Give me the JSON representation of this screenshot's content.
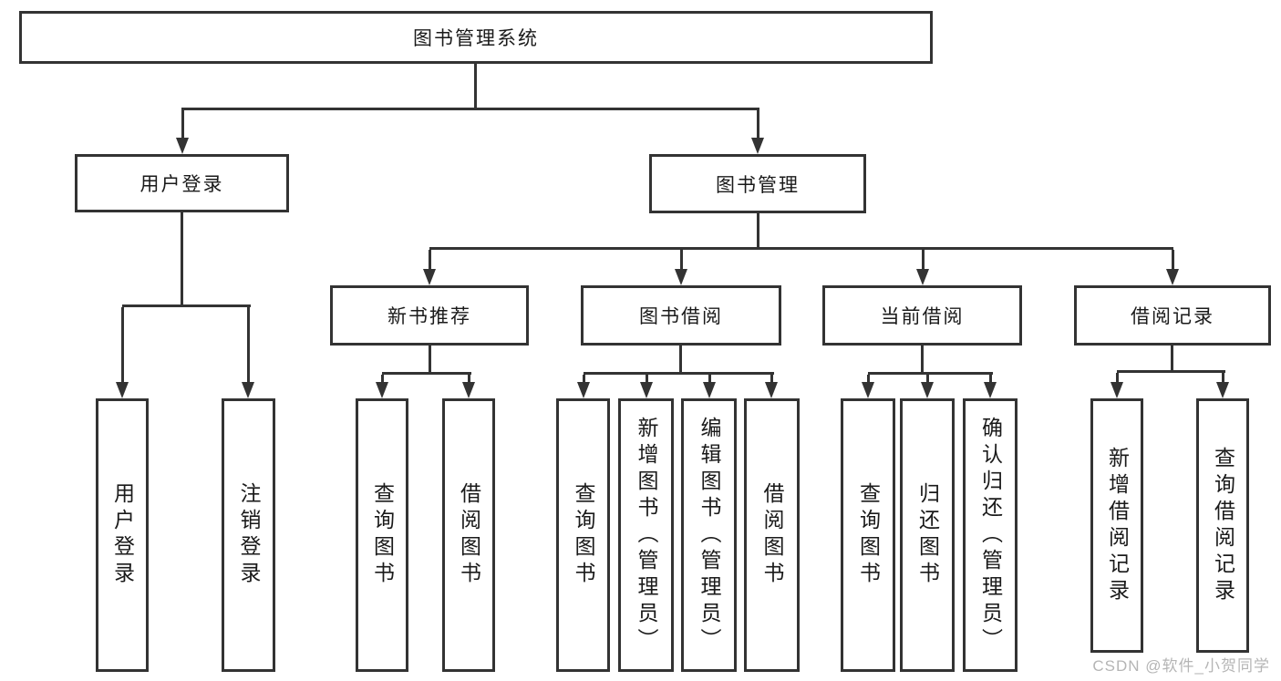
{
  "diagram": {
    "root": {
      "label": "图书管理系统"
    },
    "branches": [
      {
        "label": "用户登录",
        "children": [
          {
            "label": "用户登录"
          },
          {
            "label": "注销登录"
          }
        ]
      },
      {
        "label": "图书管理",
        "children": [
          {
            "label": "新书推荐",
            "children": [
              {
                "label": "查询图书"
              },
              {
                "label": "借阅图书"
              }
            ]
          },
          {
            "label": "图书借阅",
            "children": [
              {
                "label": "查询图书"
              },
              {
                "label": "新增图书（管理员）"
              },
              {
                "label": "编辑图书（管理员）"
              },
              {
                "label": "借阅图书"
              }
            ]
          },
          {
            "label": "当前借阅",
            "children": [
              {
                "label": "查询图书"
              },
              {
                "label": "归还图书"
              },
              {
                "label": "确认归还（管理员）"
              }
            ]
          },
          {
            "label": "借阅记录",
            "children": [
              {
                "label": "新增借阅记录"
              },
              {
                "label": "查询借阅记录"
              }
            ]
          }
        ]
      }
    ]
  },
  "watermark": {
    "text": "CSDN @软件_小贺同学"
  },
  "colors": {
    "line": "#333333",
    "text": "#1a1a1a",
    "watermark": "#b5b5b5",
    "background": "#ffffff"
  }
}
